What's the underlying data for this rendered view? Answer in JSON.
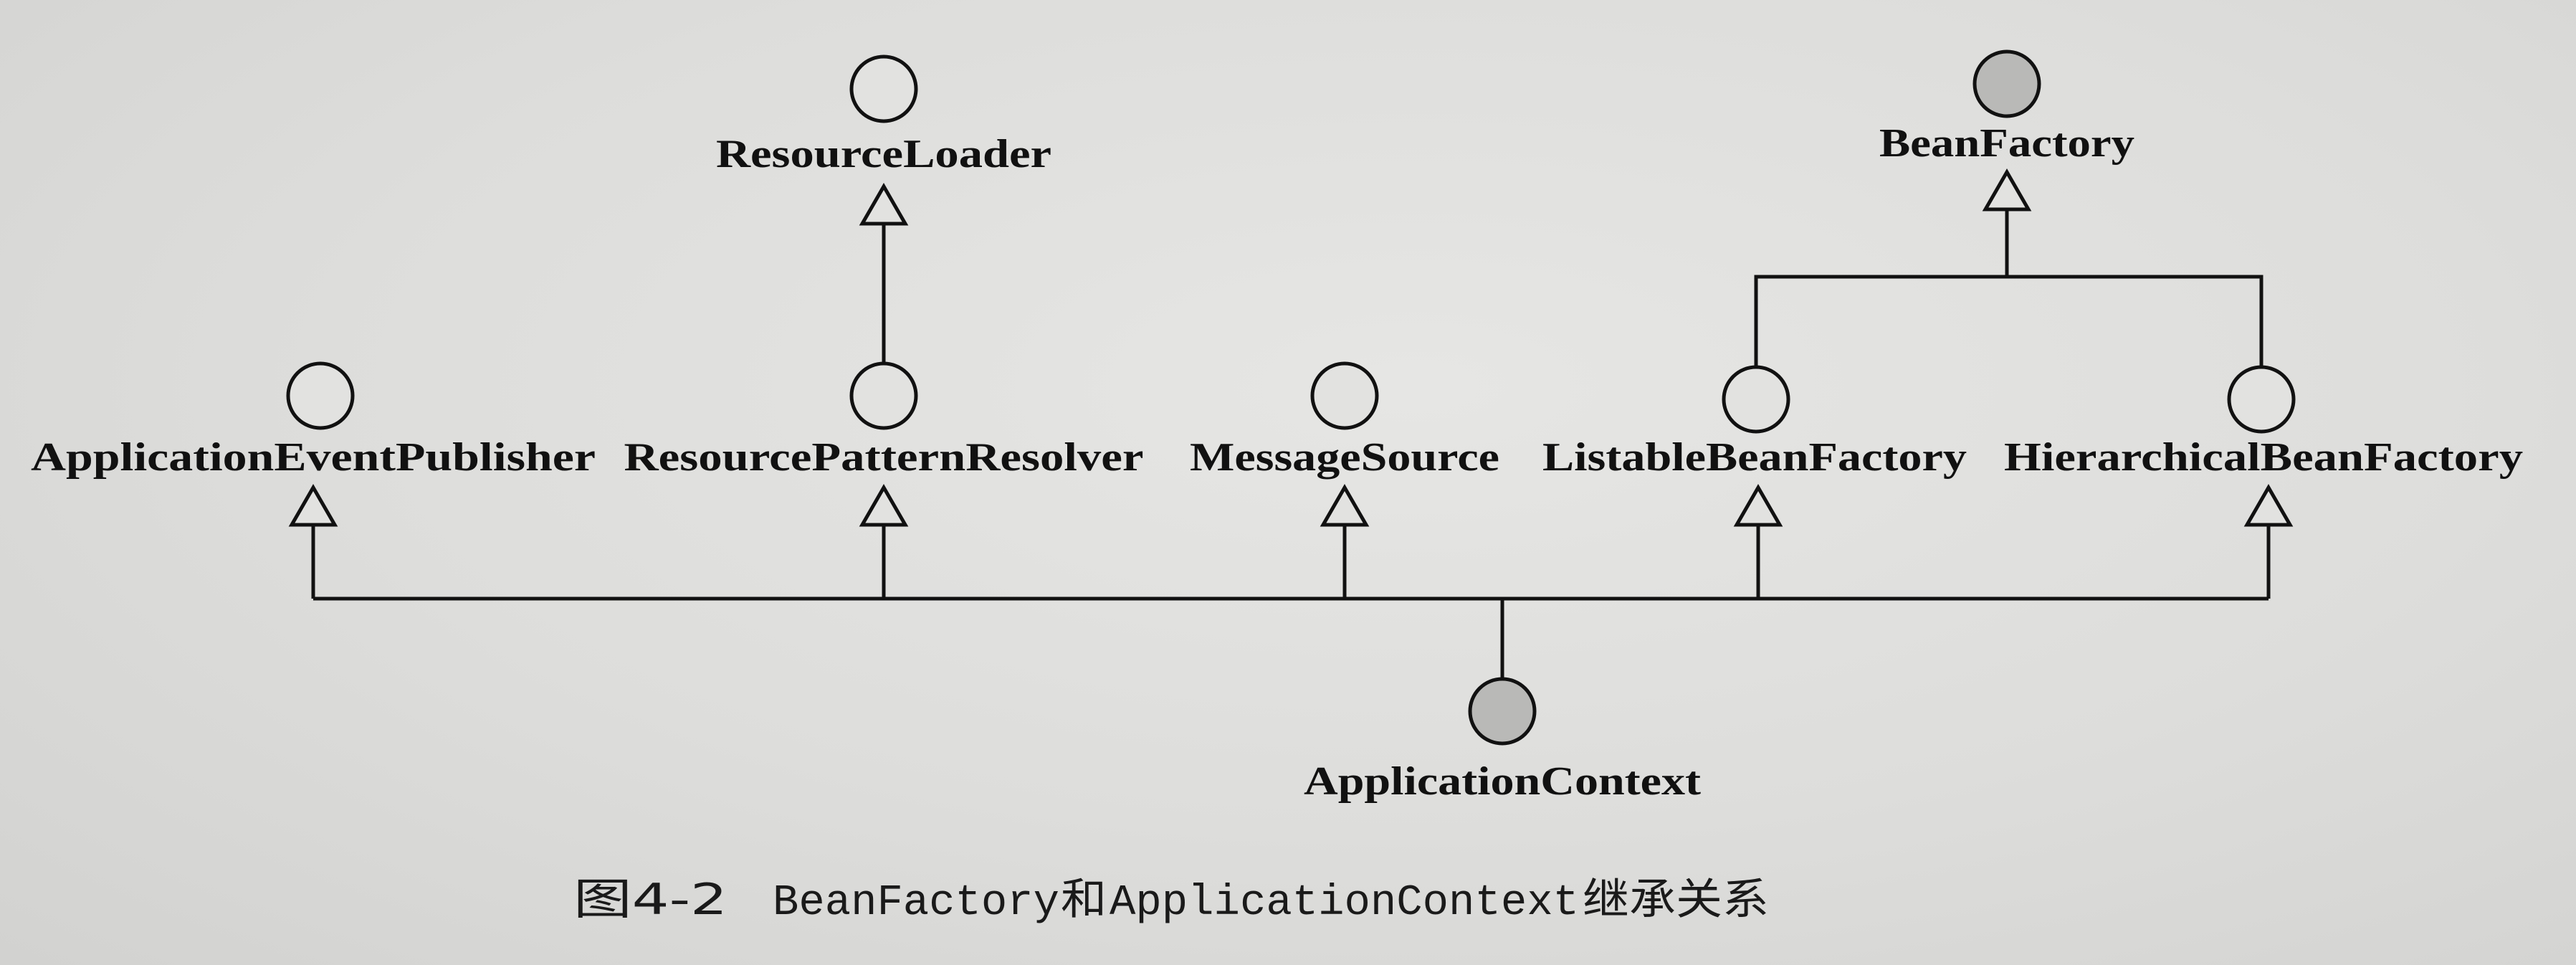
{
  "diagram": {
    "nodes": [
      {
        "id": "resource-loader",
        "label": "ResourceLoader",
        "shaded": false
      },
      {
        "id": "bean-factory",
        "label": "BeanFactory",
        "shaded": true
      },
      {
        "id": "application-event-publisher",
        "label": "ApplicationEventPublisher",
        "shaded": false
      },
      {
        "id": "resource-pattern-resolver",
        "label": "ResourcePatternResolver",
        "shaded": false
      },
      {
        "id": "message-source",
        "label": "MessageSource",
        "shaded": false
      },
      {
        "id": "listable-bean-factory",
        "label": "ListableBeanFactory",
        "shaded": false
      },
      {
        "id": "hierarchical-bean-factory",
        "label": "HierarchicalBeanFactory",
        "shaded": false
      },
      {
        "id": "application-context",
        "label": "ApplicationContext",
        "shaded": true
      }
    ],
    "edges": [
      {
        "from": "resource-pattern-resolver",
        "to": "resource-loader",
        "type": "inherits"
      },
      {
        "from": "listable-bean-factory",
        "to": "bean-factory",
        "type": "inherits"
      },
      {
        "from": "hierarchical-bean-factory",
        "to": "bean-factory",
        "type": "inherits"
      },
      {
        "from": "application-context",
        "to": "application-event-publisher",
        "type": "inherits"
      },
      {
        "from": "application-context",
        "to": "resource-pattern-resolver",
        "type": "inherits"
      },
      {
        "from": "application-context",
        "to": "message-source",
        "type": "inherits"
      },
      {
        "from": "application-context",
        "to": "listable-bean-factory",
        "type": "inherits"
      },
      {
        "from": "application-context",
        "to": "hierarchical-bean-factory",
        "type": "inherits"
      }
    ],
    "colors": {
      "node_fill": "#e2e2e0",
      "node_fill_shaded": "#b9b9b7",
      "line": "#111111"
    }
  },
  "caption": {
    "figure_number": "图4-2",
    "part1": "BeanFactory",
    "part2": "和",
    "part3": "ApplicationContext",
    "part4": "继承关系"
  }
}
